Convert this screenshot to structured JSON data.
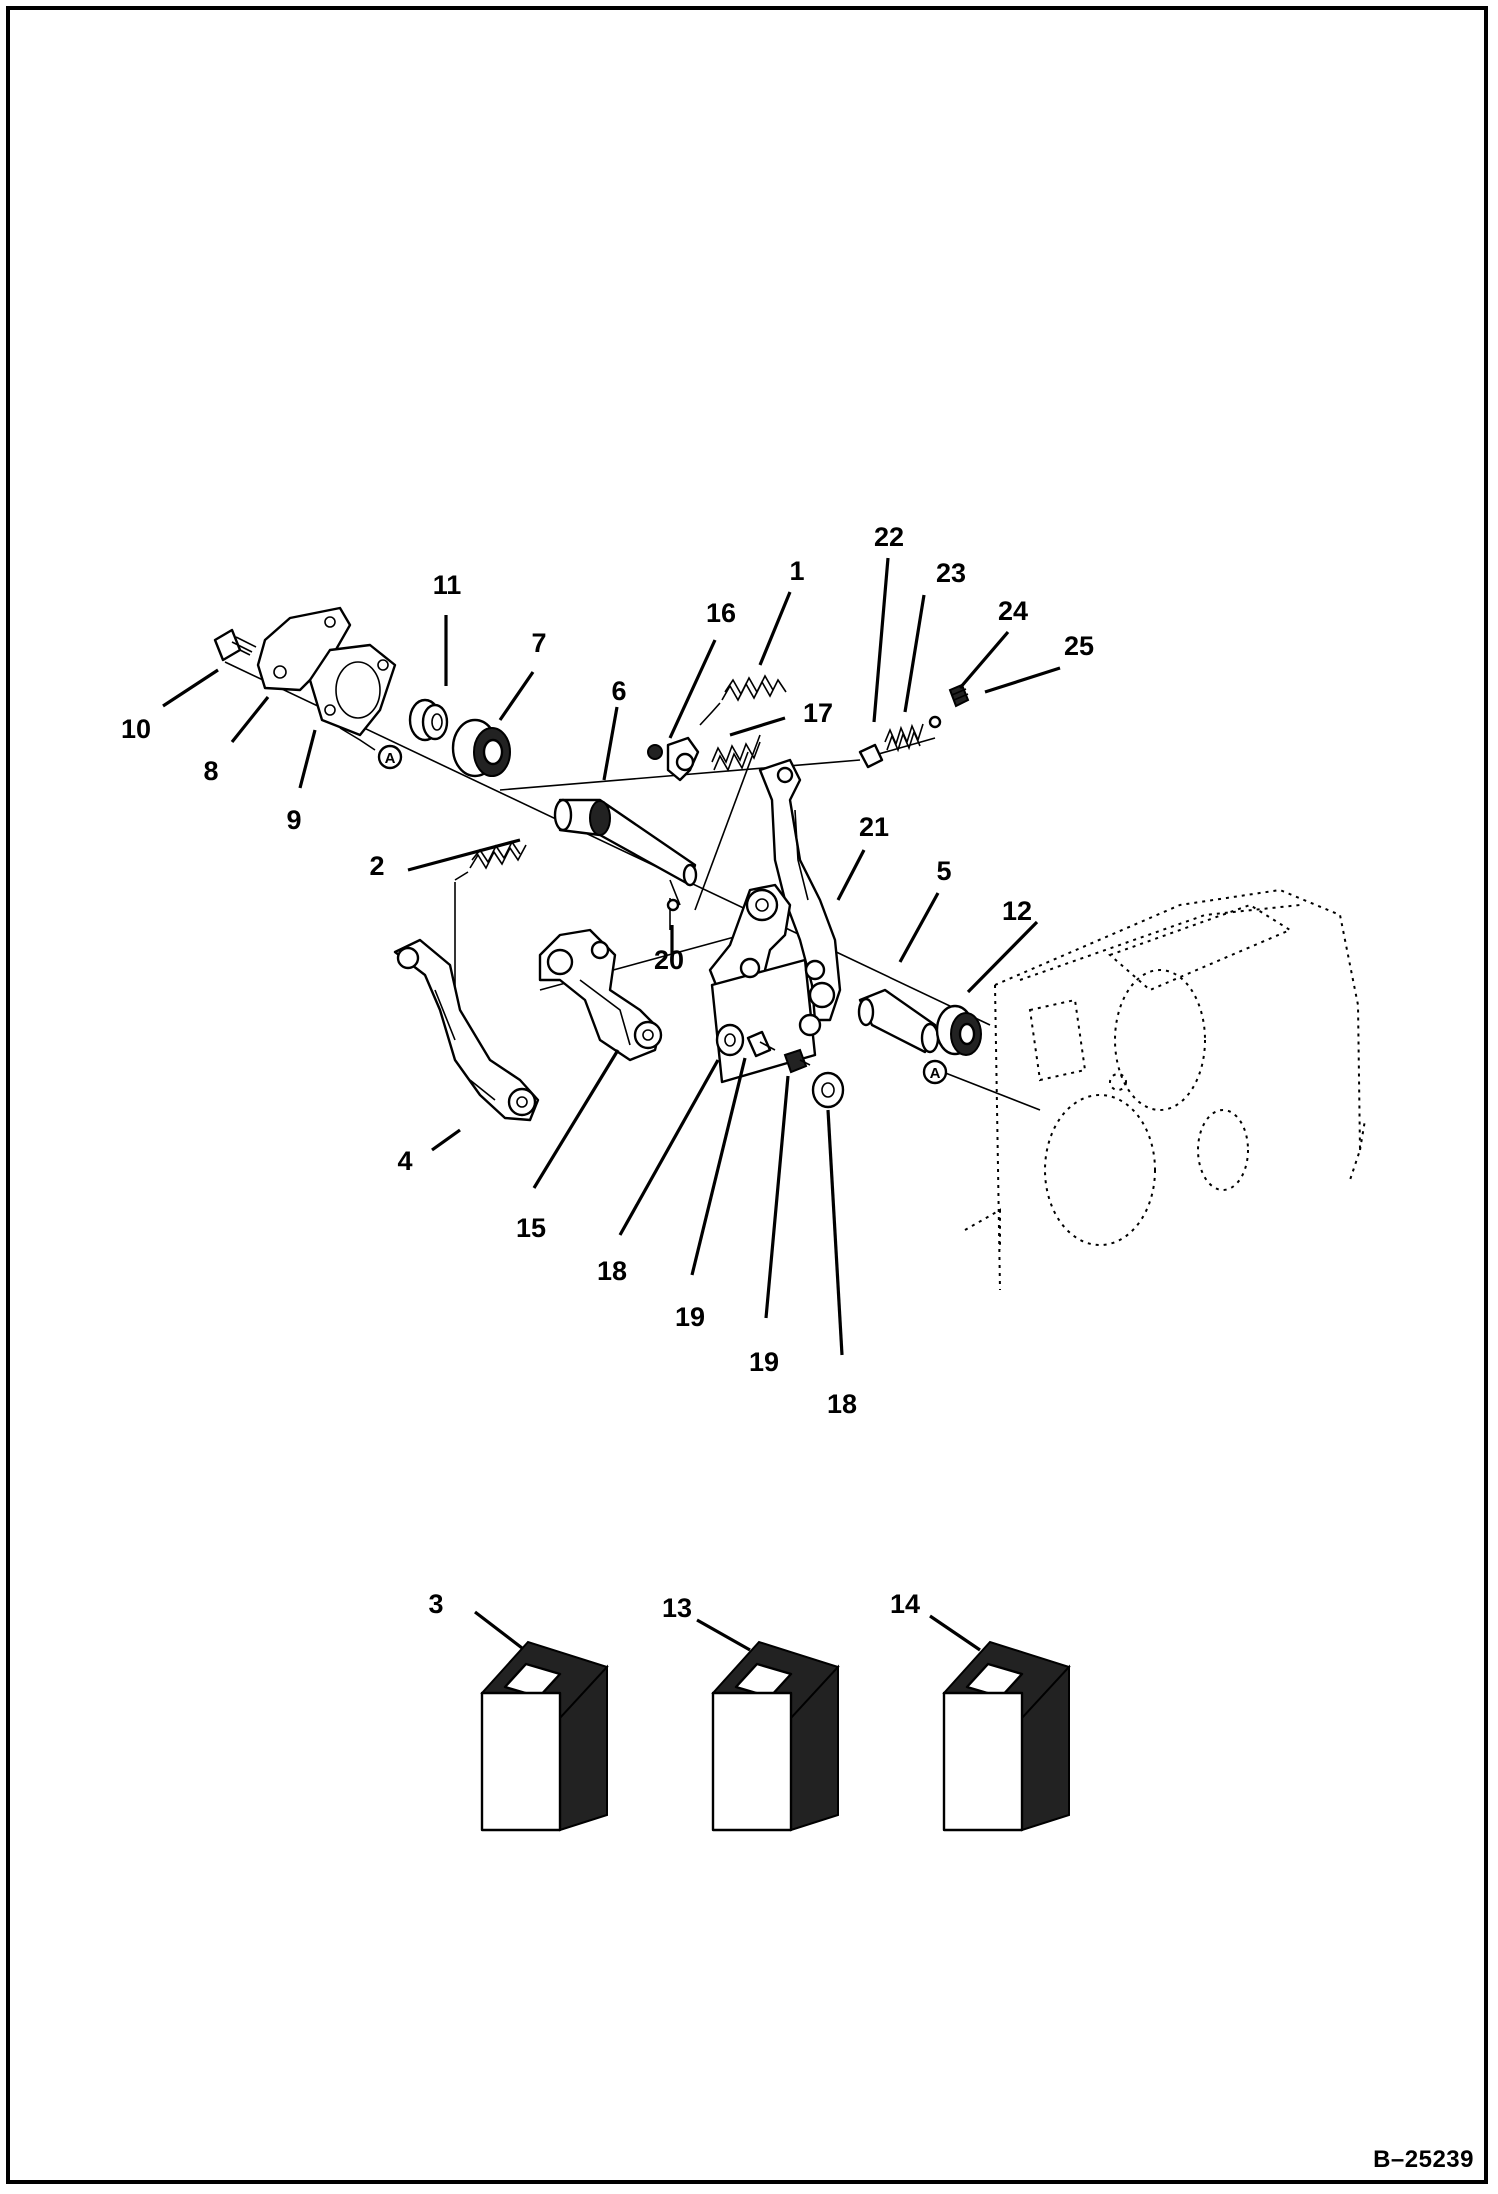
{
  "drawing_number": "B–25239",
  "reference_letter": "A",
  "callouts": [
    {
      "label": "1"
    },
    {
      "label": "2"
    },
    {
      "label": "3"
    },
    {
      "label": "4"
    },
    {
      "label": "5"
    },
    {
      "label": "6"
    },
    {
      "label": "7"
    },
    {
      "label": "8"
    },
    {
      "label": "9"
    },
    {
      "label": "10"
    },
    {
      "label": "11"
    },
    {
      "label": "12"
    },
    {
      "label": "13"
    },
    {
      "label": "14"
    },
    {
      "label": "15"
    },
    {
      "label": "16"
    },
    {
      "label": "17"
    },
    {
      "label": "18"
    },
    {
      "label": "18"
    },
    {
      "label": "19"
    },
    {
      "label": "19"
    },
    {
      "label": "20"
    },
    {
      "label": "21"
    },
    {
      "label": "22"
    },
    {
      "label": "23"
    },
    {
      "label": "24"
    },
    {
      "label": "25"
    }
  ],
  "colors": {
    "ink": "#000000",
    "paper": "#ffffff"
  }
}
